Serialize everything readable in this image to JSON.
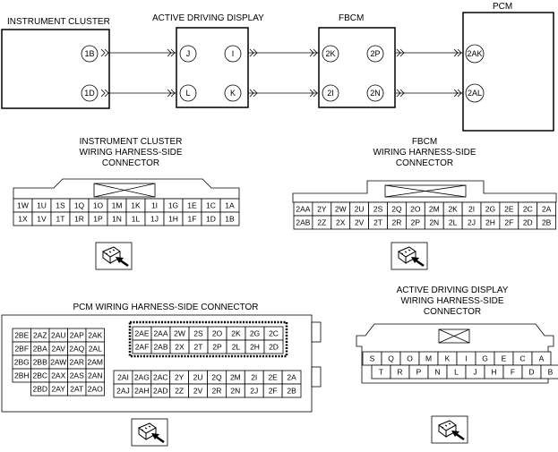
{
  "wiring": {
    "modules": {
      "instrument_cluster": "INSTRUMENT CLUSTER",
      "active_driving_display": "ACTIVE DRIVING DISPLAY",
      "fbcm": "FBCM",
      "pcm": "PCM"
    },
    "pins": {
      "ic_top": "1B",
      "ic_bot": "1D",
      "add_left_top": "J",
      "add_left_bot": "L",
      "add_right_top": "I",
      "add_right_bot": "K",
      "fbcm_left_top": "2K",
      "fbcm_left_bot": "2I",
      "fbcm_right_top": "2P",
      "fbcm_right_bot": "2N",
      "pcm_top": "2AK",
      "pcm_bot": "2AL"
    }
  },
  "connectors": {
    "instrument_cluster": {
      "title": [
        "INSTRUMENT CLUSTER",
        "WIRING HARNESS-SIDE",
        "CONNECTOR"
      ],
      "rows": [
        [
          "1W",
          "1U",
          "1S",
          "1Q",
          "1O",
          "1M",
          "1K",
          "1I",
          "1G",
          "1E",
          "1C",
          "1A"
        ],
        [
          "1X",
          "1V",
          "1T",
          "1R",
          "1P",
          "1N",
          "1L",
          "1J",
          "1H",
          "1F",
          "1D",
          "1B"
        ]
      ]
    },
    "fbcm": {
      "title": [
        "FBCM",
        "WIRING HARNESS-SIDE",
        "CONNECTOR"
      ],
      "rows": [
        [
          "2AA",
          "2Y",
          "2W",
          "2U",
          "2S",
          "2Q",
          "2O",
          "2M",
          "2K",
          "2I",
          "2G",
          "2E",
          "2C",
          "2A"
        ],
        [
          "2AB",
          "2Z",
          "2X",
          "2V",
          "2T",
          "2R",
          "2P",
          "2N",
          "2L",
          "2J",
          "2H",
          "2F",
          "2D",
          "2B"
        ]
      ]
    },
    "pcm": {
      "title": "PCM WIRING HARNESS-SIDE CONNECTOR",
      "left_block": [
        [
          "2BE",
          "2AZ",
          "2AU",
          "2AP",
          "2AK"
        ],
        [
          "2BF",
          "2BA",
          "2AV",
          "2AQ",
          "2AL"
        ],
        [
          "2BG",
          "2BB",
          "2AW",
          "2AR",
          "2AM"
        ],
        [
          "2BH",
          "2BC",
          "2AX",
          "2AS",
          "2AN"
        ],
        [
          "",
          "2BD",
          "2AY",
          "2AT",
          "2AO"
        ]
      ],
      "top_block": [
        [
          "2AE",
          "2AA",
          "2W",
          "2S",
          "2O",
          "2K",
          "2G",
          "2C"
        ],
        [
          "2AF",
          "2AB",
          "2X",
          "2T",
          "2P",
          "2L",
          "2H",
          "2D"
        ]
      ],
      "bottom_block": [
        [
          "2AI",
          "2AG",
          "2AC",
          "2Y",
          "2U",
          "2Q",
          "2M",
          "2I",
          "2E",
          "2A"
        ],
        [
          "2AJ",
          "2AH",
          "2AD",
          "2Z",
          "2V",
          "2R",
          "2N",
          "2J",
          "2F",
          "2B"
        ]
      ]
    },
    "active_driving_display": {
      "title": [
        "ACTIVE DRIVING DISPLAY",
        "WIRING HARNESS-SIDE",
        "CONNECTOR"
      ],
      "rows": [
        [
          "S",
          "Q",
          "O",
          "M",
          "K",
          "I",
          "G",
          "E",
          "C",
          "A"
        ],
        [
          "T",
          "R",
          "P",
          "N",
          "L",
          "J",
          "H",
          "F",
          "D",
          "B"
        ]
      ]
    }
  }
}
